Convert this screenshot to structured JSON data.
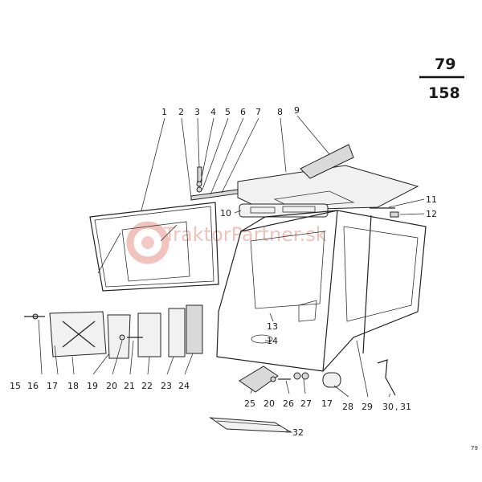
{
  "page_ref": {
    "top": "79",
    "bottom": "158"
  },
  "watermark": "TraktorPartner.sk",
  "corner_mark": "79",
  "callouts": [
    "1",
    "2",
    "3",
    "4",
    "5",
    "6",
    "7",
    "8",
    "9",
    "10",
    "11",
    "12",
    "13",
    "14",
    "15",
    "16",
    "17",
    "18",
    "19",
    "20",
    "21",
    "22",
    "23",
    "24",
    "25",
    "20",
    "26",
    "27",
    "17",
    "28",
    "29",
    "30",
    "31",
    "32"
  ],
  "colors": {
    "ink": "#222222",
    "watermark": "#e9a9a0",
    "paper": "#ffffff"
  }
}
